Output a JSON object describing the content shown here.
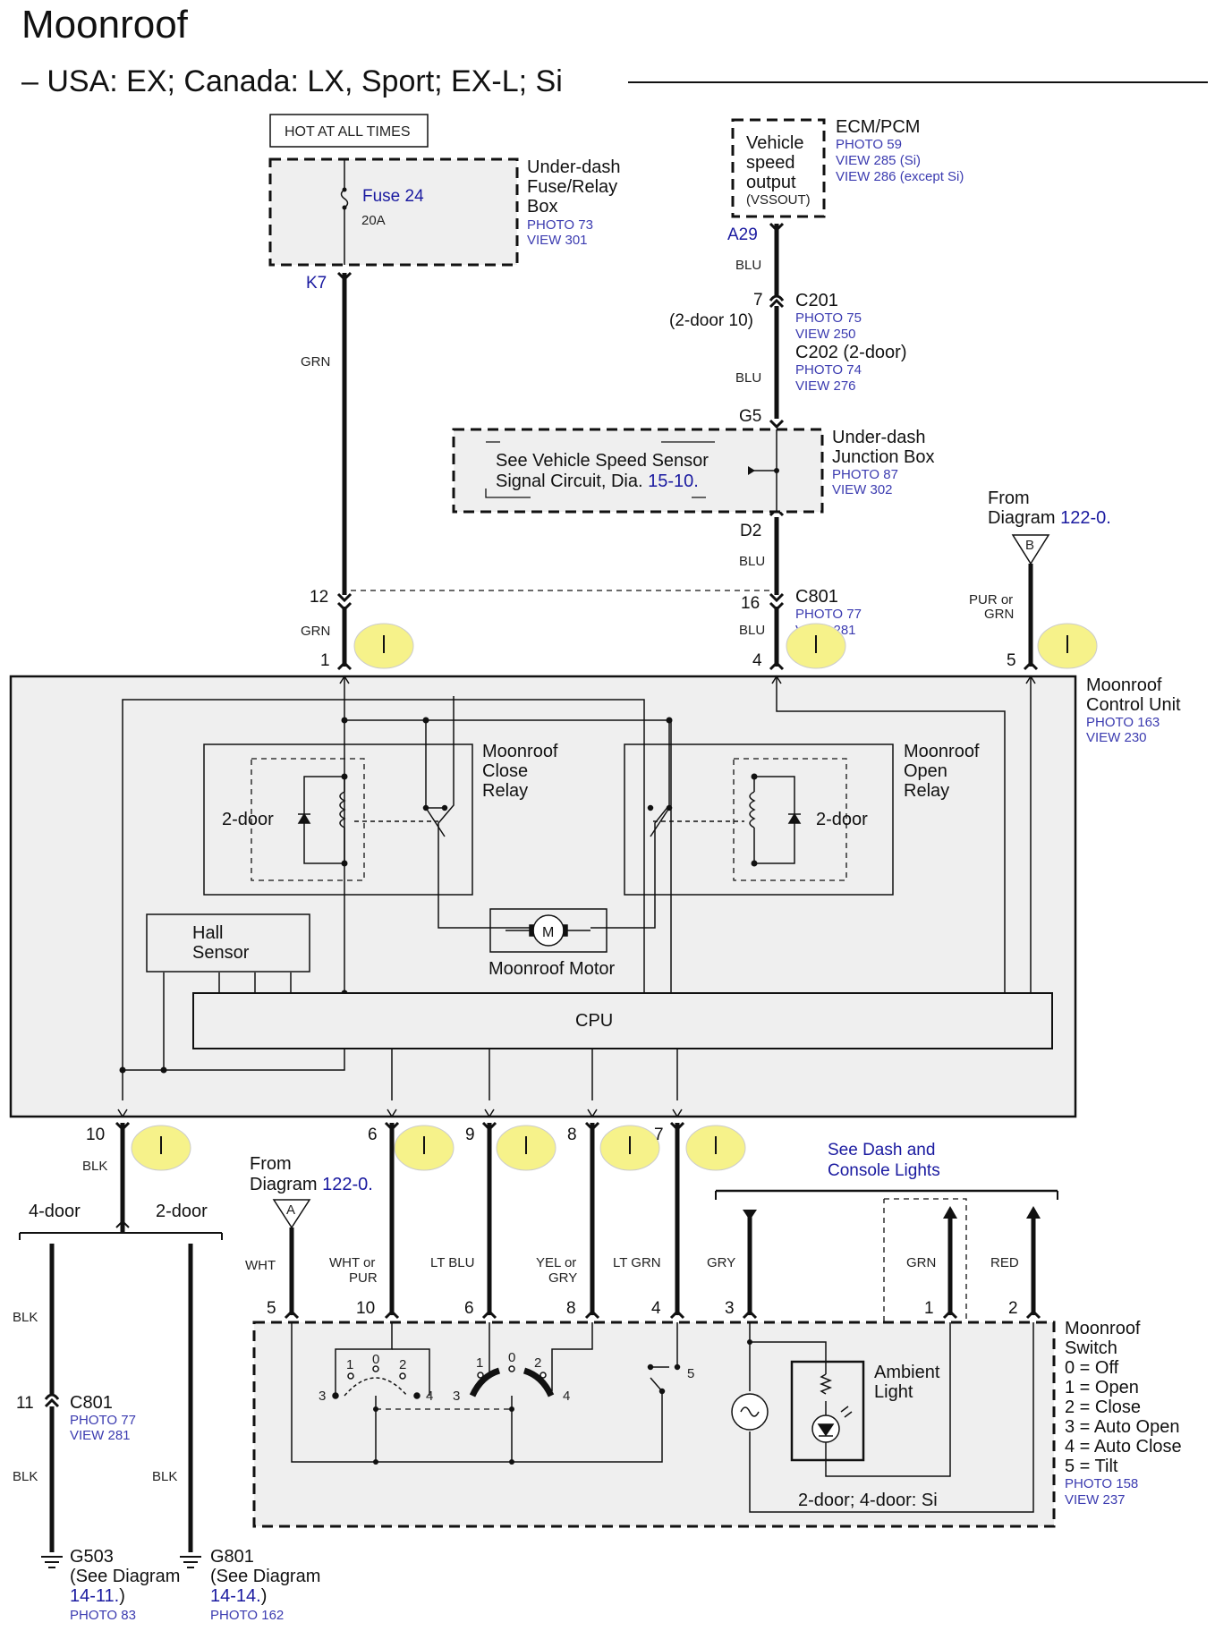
{
  "title": "Moonroof",
  "subtitle": "– USA: EX; Canada: LX, Sport; EX-L; Si",
  "hot": "HOT AT ALL TIMES",
  "fusebox": {
    "fuse": "Fuse 24",
    "amp": "20A",
    "name1": "Under-dash",
    "name2": "Fuse/Relay",
    "name3": "Box",
    "photo": "PHOTO 73",
    "view": "VIEW 301",
    "term": "K7"
  },
  "ecm": {
    "box1": "Vehicle",
    "box2": "speed",
    "box3": "output",
    "box4": "(VSSOUT)",
    "name": "ECM/PCM",
    "photo": "PHOTO 59",
    "view1": "VIEW 285 (Si)",
    "view2": "VIEW 286 (except Si)",
    "term": "A29"
  },
  "c201": {
    "name": "C201",
    "photo": "PHOTO 75",
    "view": "VIEW 250",
    "pin": "7",
    "alt": "(2-door 10)",
    "c202": "C202 (2-door)",
    "photo2": "PHOTO 74",
    "view2": "VIEW 276"
  },
  "junction": {
    "term_top": "G5",
    "term_bot": "D2",
    "text1": "See Vehicle Speed Sensor",
    "text2a": "Signal Circuit,",
    "text2b": "Dia.",
    "text2c": "15-10.",
    "name1": "Under-dash",
    "name2": "Junction Box",
    "photo": "PHOTO 87",
    "view": "VIEW 302"
  },
  "fromB": {
    "l1": "From",
    "l2": "Diagram",
    "ref": "122-0.",
    "letter": "B",
    "wire1": "PUR or",
    "wire2": "GRN"
  },
  "c801top": {
    "name": "C801",
    "photo": "PHOTO 77",
    "view": "VIEW 281",
    "pin_left": "12",
    "pin_right": "16"
  },
  "wires": {
    "grn": "GRN",
    "blu": "BLU",
    "blk": "BLK",
    "wht": "WHT",
    "whtpur1": "WHT or",
    "whtpur2": "PUR",
    "ltblu": "LT BLU",
    "yelgry1": "YEL or",
    "yelgry2": "GRY",
    "ltgrn": "LT GRN",
    "gry": "GRY",
    "red": "RED"
  },
  "mcu": {
    "name1": "Moonroof",
    "name2": "Control Unit",
    "photo": "PHOTO 163",
    "view": "VIEW 230",
    "close1": "Moonroof",
    "close2": "Close",
    "close3": "Relay",
    "open1": "Moonroof",
    "open2": "Open",
    "open3": "Relay",
    "door_left": "2-door",
    "door_right": "2-door",
    "hall1": "Hall",
    "hall2": "Sensor",
    "motor": "Moonroof Motor",
    "motor_m": "M",
    "cpu": "CPU",
    "pins_top": [
      "1",
      "4",
      "5"
    ],
    "pins_bottom": [
      "10",
      "6",
      "9",
      "8",
      "7"
    ]
  },
  "ground": {
    "door4": "4-door",
    "door2": "2-door",
    "c801_pin": "11",
    "c801": "C801",
    "c801_photo": "PHOTO 77",
    "c801_view": "VIEW 281",
    "g503": "G503",
    "g503_see": "(See Diagram",
    "g503_ref": "14-11.",
    "g503_close": ")",
    "g503_photo": "PHOTO 83",
    "g801": "G801",
    "g801_see": "(See Diagram",
    "g801_ref": "14-14.",
    "g801_close": ")",
    "g801_photo": "PHOTO 162"
  },
  "fromA": {
    "l1": "From",
    "l2": "Diagram",
    "ref": "122-0.",
    "letter": "A"
  },
  "dash": {
    "l1": "See Dash and",
    "l2": "Console Lights"
  },
  "switch": {
    "pins": [
      "5",
      "10",
      "6",
      "8",
      "4",
      "3",
      "1",
      "2"
    ],
    "ambient1": "Ambient",
    "ambient2": "Light",
    "variant": "2-door; 4-door: Si",
    "pos_a": [
      "3",
      "1",
      "0",
      "2",
      "4"
    ],
    "pos_b": [
      "3",
      "1",
      "0",
      "2",
      "4"
    ],
    "pos_tilt": "5",
    "name1": "Moonroof",
    "name2": "Switch",
    "legend": [
      "0 = Off",
      "1 = Open",
      "2 = Close",
      "3 = Auto Open",
      "4 = Auto Close",
      "5 = Tilt"
    ],
    "photo": "PHOTO 158",
    "view": "VIEW 237"
  }
}
